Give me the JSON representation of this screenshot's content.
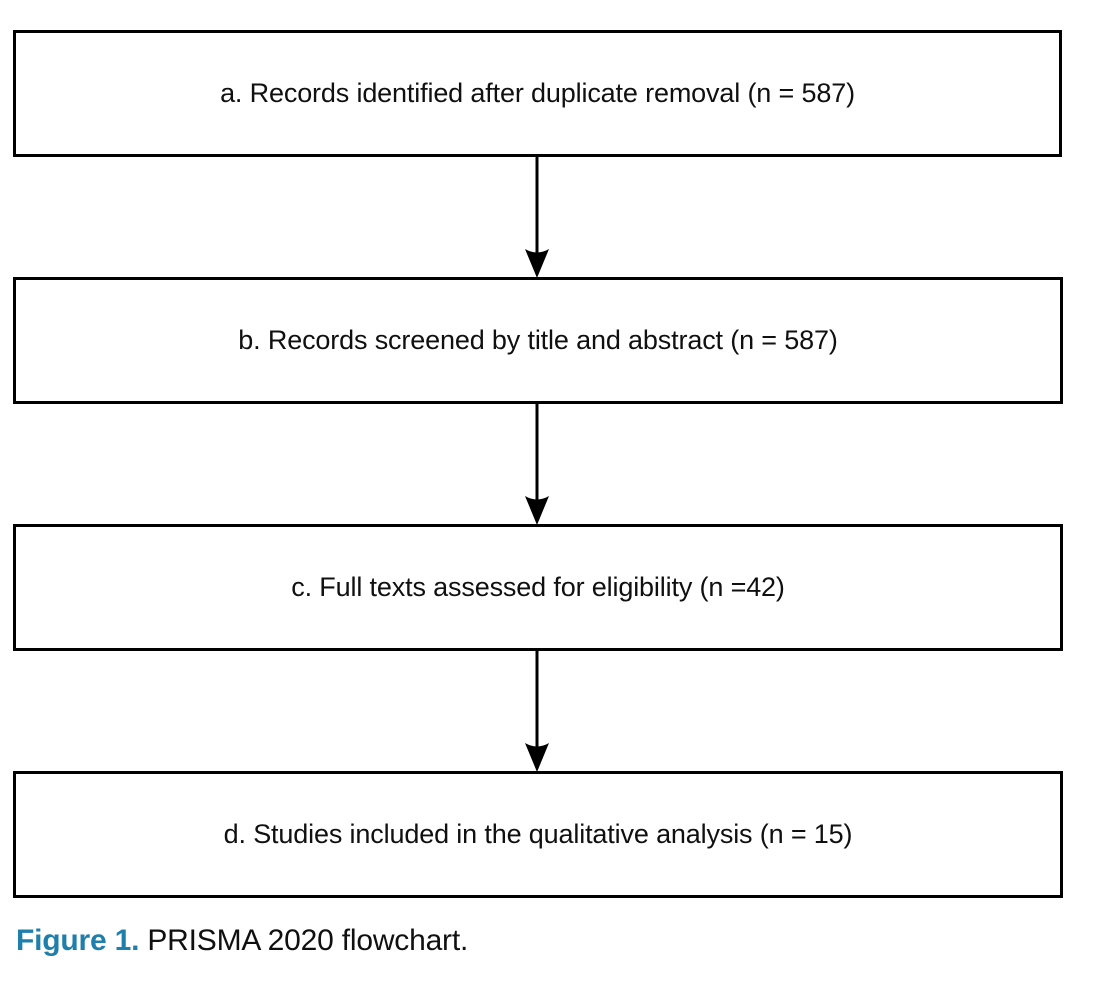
{
  "figure": {
    "caption_label": "Figure 1.",
    "caption_text": " PRISMA 2020 flowchart.",
    "caption_accent_color": "#1F7FAC",
    "box_border_color": "#000000",
    "background_color": "#FFFFFF",
    "text_color": "#101010"
  },
  "chart_data": {
    "type": "diagram",
    "diagram_kind": "flowchart",
    "title": "PRISMA 2020 flowchart",
    "orientation": "top-to-bottom",
    "nodes": [
      {
        "id": "a",
        "label": "a. Records identified after duplicate removal (n = 587)",
        "stage": "identification",
        "count": 587
      },
      {
        "id": "b",
        "label": "b. Records screened by title and abstract (n = 587)",
        "stage": "screening",
        "count": 587
      },
      {
        "id": "c",
        "label": "c. Full texts assessed for eligibility (n =42)",
        "stage": "eligibility",
        "count": 42
      },
      {
        "id": "d",
        "label": "d. Studies included in the qualitative analysis (n = 15)",
        "stage": "included",
        "count": 15
      }
    ],
    "edges": [
      {
        "from": "a",
        "to": "b",
        "style": "solid-arrow"
      },
      {
        "from": "b",
        "to": "c",
        "style": "solid-arrow"
      },
      {
        "from": "c",
        "to": "d",
        "style": "solid-arrow"
      }
    ]
  }
}
